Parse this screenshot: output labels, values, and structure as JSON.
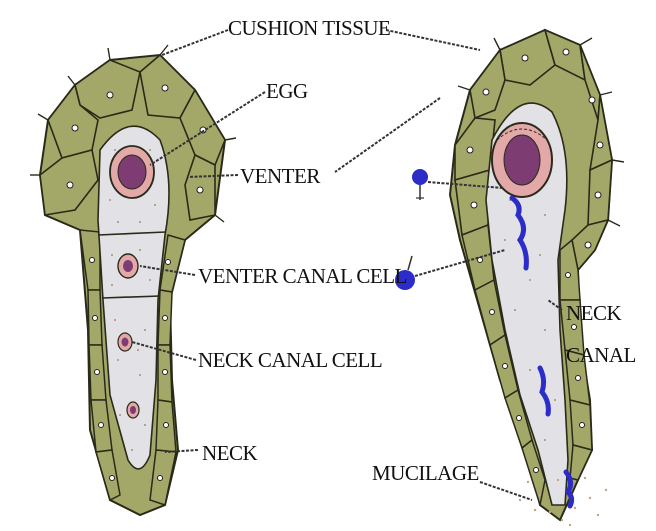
{
  "labels": {
    "cushion_tissue": "CUSHION TISSUE",
    "egg": "EGG",
    "venter": "VENTER",
    "venter_canal_cell": "VENTER CANAL CELL",
    "neck_canal_cell": "NECK CANAL CELL",
    "neck": "NECK",
    "neck_canal_line1": "NECK",
    "neck_canal_line2": "CANAL",
    "mucilage": "MUCILAGE"
  },
  "colors": {
    "cell_fill": "#a3a868",
    "cell_outline": "#2a2a1a",
    "cavity": "#e1e1e6",
    "egg_outer": "#e3a9a8",
    "egg_inner": "#7d3d73",
    "sperm": "#2c2cc8",
    "leader": "#333333"
  }
}
